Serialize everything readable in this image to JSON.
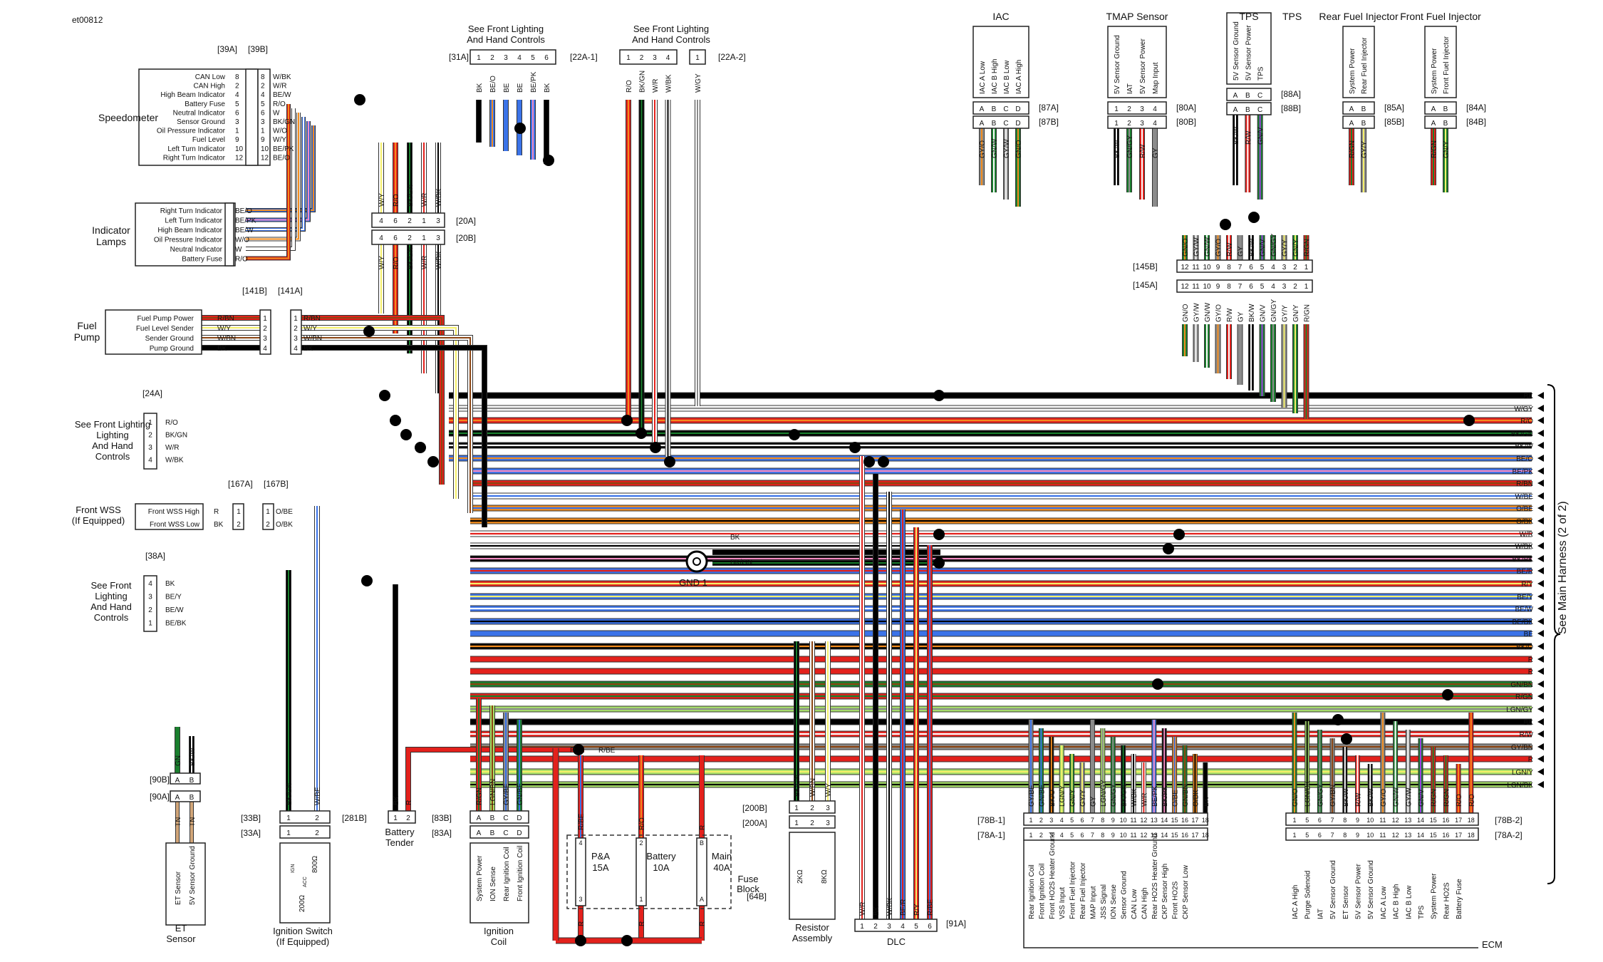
{
  "doc_id": "et00812",
  "right_note": "See Main Harness (2 of 2)",
  "speedometer": {
    "title": "Speedometer",
    "conn_a": "[39A]",
    "conn_b": "[39B]",
    "pins": [
      {
        "label": "CAN Low",
        "n1": "8",
        "n2": "8",
        "wire": "W/BK",
        "color": "#ffffff",
        "stripe": "#000000"
      },
      {
        "label": "CAN High",
        "n1": "2",
        "n2": "2",
        "wire": "W/R",
        "color": "#ffffff",
        "stripe": "#e3211c"
      },
      {
        "label": "High Beam Indicator",
        "n1": "4",
        "n2": "4",
        "wire": "BE/W",
        "color": "#3b73e8",
        "stripe": "#ffffff"
      },
      {
        "label": "Battery Fuse",
        "n1": "5",
        "n2": "5",
        "wire": "R/O",
        "color": "#e3211c",
        "stripe": "#f28c1e"
      },
      {
        "label": "Neutral Indicator",
        "n1": "6",
        "n2": "6",
        "wire": "W",
        "color": "#ffffff",
        "stripe": ""
      },
      {
        "label": "Sensor Ground",
        "n1": "3",
        "n2": "3",
        "wire": "BK/GN",
        "color": "#000000",
        "stripe": "#1a7f2e"
      },
      {
        "label": "Oil Pressure Indicator",
        "n1": "1",
        "n2": "1",
        "wire": "W/O",
        "color": "#ffffff",
        "stripe": "#f28c1e"
      },
      {
        "label": "Fuel Level",
        "n1": "9",
        "n2": "9",
        "wire": "W/Y",
        "color": "#ffffff",
        "stripe": "#f5f06a"
      },
      {
        "label": "Left Turn Indicator",
        "n1": "10",
        "n2": "10",
        "wire": "BE/PK",
        "color": "#3b73e8",
        "stripe": "#f48cc4"
      },
      {
        "label": "Right Turn Indicator",
        "n1": "12",
        "n2": "12",
        "wire": "BE/O",
        "color": "#3b73e8",
        "stripe": "#f28c1e"
      }
    ]
  },
  "indicator_lamps": {
    "title": "Indicator Lamps",
    "pins": [
      {
        "label": "Right Turn Indicator",
        "wire": "BE/O"
      },
      {
        "label": "Left Turn Indicator",
        "wire": "BE/PK"
      },
      {
        "label": "High Beam Indicator",
        "wire": "BE/W"
      },
      {
        "label": "Oil Pressure Indicator",
        "wire": "W/O"
      },
      {
        "label": "Neutral Indicator",
        "wire": "W"
      },
      {
        "label": "Battery Fuse",
        "wire": "R/O"
      }
    ]
  },
  "conn_20": {
    "a": "[20A]",
    "b": "[20B]",
    "pins": [
      "4",
      "6",
      "2",
      "1",
      "3"
    ],
    "wires_top": [
      "W/Y",
      "R/O",
      "BK/GN",
      "W/R",
      "W/BK"
    ],
    "wires_bot": [
      "W/Y",
      "R/O",
      "BK/GN",
      "W/R",
      "W/BK"
    ]
  },
  "fuel_pump": {
    "title": "Fuel Pump",
    "conn_a": "[141A]",
    "conn_b": "[141B]",
    "pins": [
      {
        "label": "Fuel Pump Power",
        "n": "1",
        "wire": "R/BN"
      },
      {
        "label": "Fuel Level Sender",
        "n": "2",
        "wire": "W/Y"
      },
      {
        "label": "Sender Ground",
        "n": "3",
        "wire": "W/BN"
      },
      {
        "label": "Pump Ground",
        "n": "4",
        "wire": "BK"
      }
    ]
  },
  "front_lighting_24": {
    "title": "See Front Lighting And Hand Controls",
    "conn": "[24A]",
    "pins": [
      {
        "n": "1",
        "wire": "R/O"
      },
      {
        "n": "2",
        "wire": "BK/GN"
      },
      {
        "n": "3",
        "wire": "W/R"
      },
      {
        "n": "4",
        "wire": "W/BK"
      }
    ]
  },
  "front_wss": {
    "title": "Front WSS (If Equipped)",
    "conn_a": "[167A]",
    "conn_b": "[167B]",
    "pins": [
      {
        "label": "Front WSS High",
        "n": "1",
        "wire_l": "R",
        "wire_r": "O/BE"
      },
      {
        "label": "Front WSS Low",
        "n": "2",
        "wire_l": "BK",
        "wire_r": "O/BK"
      }
    ]
  },
  "front_lighting_38": {
    "title": "See Front Lighting And Hand Controls",
    "conn": "[38A]",
    "pins": [
      {
        "n": "4",
        "wire": "BK"
      },
      {
        "n": "3",
        "wire": "BE/Y"
      },
      {
        "n": "2",
        "wire": "BE/W"
      },
      {
        "n": "1",
        "wire": "BE/BK"
      }
    ]
  },
  "front_lighting_31": {
    "title": "See Front Lighting And Hand Controls",
    "conn": "[31A]",
    "pins": [
      "1",
      "2",
      "3",
      "4",
      "5",
      "6"
    ],
    "wires": [
      "BK",
      "BE/O",
      "BE",
      "BE",
      "BE/PK",
      "BK"
    ]
  },
  "front_lighting_22": {
    "title": "See Front Lighting And Hand Controls",
    "conn_1": "[22A-1]",
    "conn_2": "[22A-2]",
    "pins_1": [
      "1",
      "2",
      "3",
      "4"
    ],
    "wires_1": [
      "R/O",
      "BK/GN",
      "W/R",
      "W/BK"
    ],
    "pins_2": [
      "1"
    ],
    "wires_2": [
      "W/GY"
    ]
  },
  "gnd1": {
    "title": "GND 1",
    "wires": [
      "BK",
      "BK/GN"
    ]
  },
  "iac": {
    "title": "IAC",
    "conn_a": "[87A]",
    "conn_b": "[87B]",
    "pin_labels": [
      "IAC A Low",
      "IAC B High",
      "IAC B Low",
      "IAC A High"
    ],
    "pins": [
      "A",
      "B",
      "C",
      "D"
    ],
    "wires": [
      "GY/O",
      "GN/W",
      "GY/W",
      "GN/O"
    ]
  },
  "tmap": {
    "title": "TMAP Sensor",
    "conn_a": "[80A]",
    "conn_b": "[80B]",
    "pin_labels": [
      "5V Sensor Ground",
      "IAT",
      "5V Sensor Power",
      "Map Input"
    ],
    "pins": [
      "1",
      "2",
      "3",
      "4"
    ],
    "wires": [
      "BK/W",
      "GN/GY",
      "R/W",
      "GY"
    ]
  },
  "tps": {
    "title": "TPS",
    "conn_a": "[88A]",
    "conn_b": "[88B]",
    "pin_labels": [
      "5V Sensor Ground",
      "5V Sensor Power",
      "TPS"
    ],
    "pins": [
      "A",
      "B",
      "C"
    ],
    "wires": [
      "BK/W",
      "R/W",
      "GN/V"
    ]
  },
  "rear_injector": {
    "title": "Rear Fuel Injector",
    "conn_a": "[85A]",
    "conn_b": "[85B]",
    "pin_labels": [
      "System Power",
      "Rear Fuel Injector"
    ],
    "pins": [
      "A",
      "B"
    ],
    "wires": [
      "R/GN",
      "GY/Y"
    ]
  },
  "front_injector": {
    "title": "Front Fuel Injector",
    "conn_a": "[84A]",
    "conn_b": "[84B]",
    "pin_labels": [
      "System Power",
      "Front Fuel Injector"
    ],
    "pins": [
      "A",
      "B"
    ],
    "wires": [
      "R/GN",
      "GN/Y"
    ]
  },
  "conn_145": {
    "a": "[145A]",
    "b": "[145B]",
    "pins": [
      "12",
      "11",
      "10",
      "9",
      "8",
      "7",
      "6",
      "5",
      "4",
      "3",
      "2",
      "1"
    ],
    "wires_top": [
      "GN/O",
      "GY/W",
      "GN/W",
      "GY/O",
      "R/W",
      "GY",
      "BK/W",
      "GN/V",
      "GN/GY",
      "GY/Y",
      "GN/Y",
      "R/GN"
    ],
    "wires_bot": [
      "GN/O",
      "GY/W",
      "GN/W",
      "GY/O",
      "R/W",
      "GY",
      "BK/W",
      "GN/V",
      "GN/GY",
      "GY/Y",
      "GN/Y",
      "R/GN"
    ]
  },
  "bus_labels": [
    "BK",
    "W/GY",
    "R/O",
    "BK/GN",
    "BK/W",
    "BE/O",
    "BE/PK",
    "R/BN",
    "W/BE",
    "O/BE",
    "O/BK",
    "W/R",
    "W/BK",
    "BK/PK",
    "BE/R",
    "R/Y",
    "BE/Y",
    "BE/W",
    "BE/BK",
    "BE",
    "BK/O",
    "R",
    "R",
    "GN/BN",
    "R/GN",
    "LGN/GY",
    "BK",
    "R/W",
    "GY/BN",
    "R",
    "LGN/Y",
    "LGN/BK"
  ],
  "et_sensor": {
    "title": "ET Sensor",
    "conn_a": "[90A]",
    "conn_b": "[90B]",
    "pins": [
      "A",
      "B"
    ],
    "wires_top": [
      "GN",
      "BK/W"
    ],
    "wires_bot": [
      "TN",
      "TN"
    ],
    "pin_labels": [
      "ET Sensor",
      "5V Sensor Ground"
    ]
  },
  "ignition_switch": {
    "title": "Ignition Switch (If Equipped)",
    "conn_a": "[33A]",
    "conn_b": "[33B]",
    "pins": [
      "1",
      "2"
    ],
    "wires": [
      "BK/GN",
      "W/BE"
    ],
    "r1": "800Ω",
    "r2": "200Ω",
    "acc": "ACC",
    "ign": "IGN"
  },
  "battery_tender": {
    "title": "Battery Tender",
    "conn": "[281B]",
    "pins": [
      "1",
      "2"
    ],
    "wires": [
      "BK",
      "R"
    ]
  },
  "ignition_coil": {
    "title": "Ignition Coil",
    "conn_a": "[83A]",
    "conn_b": "[83B]",
    "pins": [
      "A",
      "B",
      "C",
      "D"
    ],
    "wires": [
      "R/GN",
      "LGN/BN",
      "GY/BE",
      "GN/BE"
    ],
    "pin_labels": [
      "System Power",
      "ION Sense",
      "Rear Ignition Coil",
      "Front Ignition Coil"
    ]
  },
  "fuse_block": {
    "title": "Fuse Block",
    "conn": "[64B]",
    "fuses": [
      {
        "name": "P&A",
        "rating": "15A",
        "top": "4",
        "bot": "3",
        "wire_top": "R/BE",
        "wire_bot": "R"
      },
      {
        "name": "Battery",
        "rating": "10A",
        "top": "2",
        "bot": "1",
        "wire_top": "R/O",
        "wire_bot": "R"
      },
      {
        "name": "Main",
        "rating": "40A",
        "top": "B",
        "bot": "A",
        "wire_top": "R",
        "wire_bot": "R"
      }
    ],
    "wire_r": "R",
    "wire_rbe": "R/BE"
  },
  "resistor_assembly": {
    "title": "Resistor Assembly",
    "conn_a": "[200A]",
    "conn_b": "[200B]",
    "pins": [
      "1",
      "2",
      "3"
    ],
    "wires": [
      "BK/GN",
      "W/BN",
      "W/Y"
    ],
    "r1": "2KΩ",
    "r2": "8KΩ"
  },
  "dlc": {
    "title": "DLC",
    "conn": "[91A]",
    "pins": [
      "1",
      "2",
      "3",
      "4",
      "5",
      "6"
    ],
    "wires": [
      "W/R",
      "BK",
      "W/BK",
      "BE/R",
      "R/Y",
      "R/BE"
    ]
  },
  "ecm": {
    "title": "ECM",
    "conn_1a": "[78A-1]",
    "conn_1b": "[78B-1]",
    "conn_2a": "[78A-2]",
    "conn_2b": "[78B-2]",
    "left_pins": [
      "1",
      "2",
      "3",
      "4",
      "5",
      "6",
      "7",
      "8",
      "9",
      "10",
      "11",
      "12",
      "13",
      "14",
      "15",
      "16",
      "17",
      "18"
    ],
    "left_wires": [
      "GY/BE",
      "GN/BE",
      "BK/O",
      "LGN/Y",
      "GN/Y",
      "GY/Y",
      "GY",
      "LGN/GY",
      "GN/GY",
      "BK/GN",
      "W/BK",
      "W/R",
      "BE/PK",
      "BK/PK",
      "O/BE",
      "GN/BN",
      "O/BK",
      "BK"
    ],
    "left_labels": [
      "Rear Ignition Coil",
      "Front Ignition Coil",
      "Front HO2S Heater Ground",
      "VSS Input",
      "Front Fuel Injector",
      "Rear Fuel Injector",
      "MAP Input",
      "JSS Signal",
      "ION Sense",
      "Sensor Ground",
      "CAN Low",
      "CAN High",
      "Rear HO2S Heater Ground",
      "CKP Sensor High",
      "Front HO2S",
      "CKP Sensor Low",
      "",
      ""
    ],
    "right_pins": [
      "1",
      "5",
      "6",
      "7",
      "8",
      "9",
      "10",
      "11",
      "12",
      "13",
      "14",
      "15",
      "16",
      "17",
      "18"
    ],
    "right_wires": [
      "GN/O",
      "LGN/BK",
      "GN/GY",
      "GY/BN",
      "BK/W",
      "R/W",
      "BK/W",
      "GY/O",
      "GN/W",
      "GY/W",
      "GN/V",
      "R/GN",
      "R/GN",
      "R/O",
      "R/O"
    ],
    "right_labels": [
      "IAC A High",
      "Purge Solenoid",
      "IAT",
      "5V Sensor Ground",
      "ET Sensor",
      "5V Sensor Power",
      "5V Sensor Ground",
      "IAC A Low",
      "IAC B High",
      "IAC B Low",
      "TPS",
      "System Power",
      "Rear HO2S",
      "Battery Fuse",
      ""
    ]
  },
  "colors": {
    "BK": "#000000",
    "R": "#e3211c",
    "O": "#f28c1e",
    "GN": "#1a7f2e",
    "BE": "#3b73e8",
    "W": "#ffffff",
    "Y": "#f5f06a",
    "GY": "#8c8c8c",
    "PK": "#f48cc4",
    "BN": "#8b4513",
    "V": "#9b3fe0",
    "TN": "#d2a679",
    "LGN": "#a8e06a"
  }
}
